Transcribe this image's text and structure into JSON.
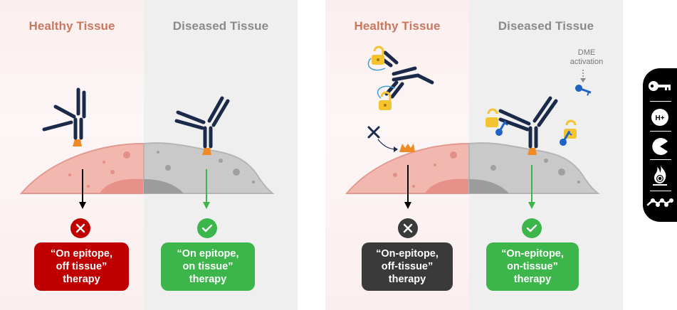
{
  "left_panel": {
    "healthy_heading": "Healthy Tissue",
    "diseased_heading": "Diseased Tissue",
    "healthy_box": {
      "line1": "“On epitope,",
      "line2": "off tissue”",
      "line3": "therapy"
    },
    "diseased_box": {
      "line1": "“On epitope,",
      "line2": "on tissue”",
      "line3": "therapy"
    }
  },
  "right_panel": {
    "healthy_heading": "Healthy Tissue",
    "diseased_heading": "Diseased Tissue",
    "dme_label_line1": "DME",
    "dme_label_line2": "activation",
    "healthy_box": {
      "line1": "“On-epitope,",
      "line2": "off-tissue”",
      "line3": "therapy"
    },
    "diseased_box": {
      "line1": "“On-epitope,",
      "line2": "on-tissue”",
      "line3": "therapy"
    }
  },
  "sidebar": {
    "icons": [
      "key-icon",
      "proton-icon",
      "pacman-icon",
      "flame-icon",
      "chain-icon"
    ],
    "proton_label": "H+"
  },
  "colors": {
    "healthy_heading": "#c8785f",
    "diseased_heading": "#8a8a8a",
    "bad_box": "#c00000",
    "good_box": "#3cb54a",
    "neutral_box": "#3a3a3a",
    "antibody": "#1b2a48",
    "epitope": "#f08a24",
    "lock": "#f4c430",
    "key": "#1f63c6"
  }
}
